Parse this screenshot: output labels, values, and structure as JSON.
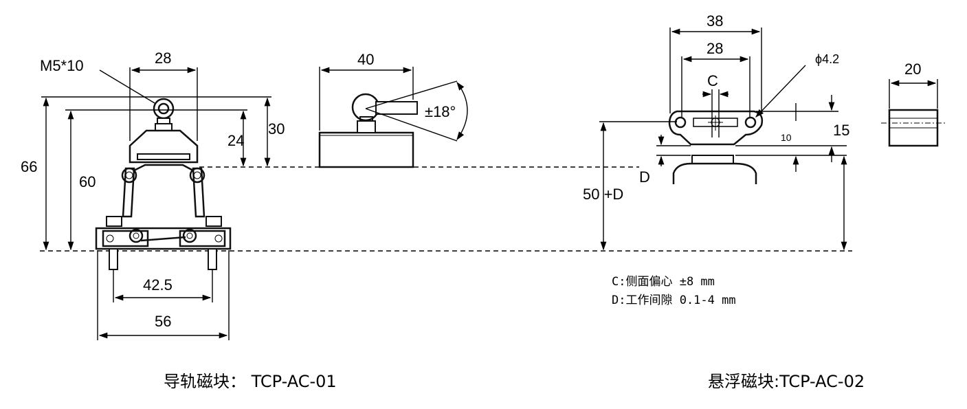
{
  "left_view": {
    "thread_label": "M5*10",
    "dim_top_width": "28",
    "dim_total_height": "66",
    "dim_body_height": "60",
    "dim_ball_to_top": "24",
    "dim_ball_height": "30",
    "dim_hole_spacing": "42.5",
    "dim_base_width": "56"
  },
  "side_view": {
    "dim_width": "40",
    "dim_angle": "±18°"
  },
  "right_view": {
    "dim_outer_width": "38",
    "dim_inner_width": "28",
    "dim_offset_label": "C",
    "dim_hole_diameter": "ϕ4.2",
    "dim_plate_height": "15",
    "dim_small": "10",
    "dim_gap_label": "D",
    "dim_height": "50 +D"
  },
  "end_view": {
    "dim_width": "20"
  },
  "notes": [
    "C:侧面偏心 ±8 mm",
    "D:工作间隙 0.1-4 mm"
  ],
  "captions": {
    "left": "导轨磁块： TCP-AC-01",
    "right": "悬浮磁块:TCP-AC-02"
  }
}
